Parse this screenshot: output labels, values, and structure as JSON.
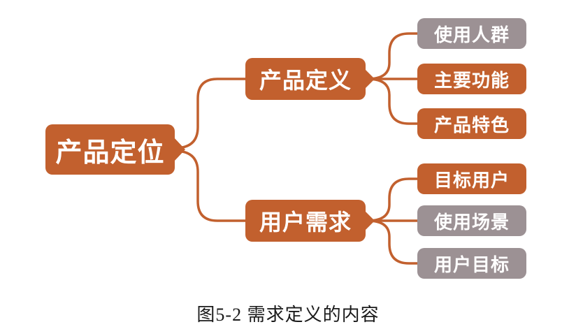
{
  "figure": {
    "caption": "图5-2 需求定义的内容"
  },
  "colors": {
    "accent-orange": "#C2602E",
    "neutral-gray": "#9C9194",
    "text-on-node": "#FFFFFF",
    "caption-text": "#1A1A1A",
    "background": "#FFFFFF"
  },
  "tree": {
    "root": {
      "label": "产品定位",
      "variant": "orange"
    },
    "branches": [
      {
        "label": "产品定义",
        "variant": "orange",
        "children": [
          {
            "label": "使用人群",
            "variant": "gray"
          },
          {
            "label": "主要功能",
            "variant": "orange"
          },
          {
            "label": "产品特色",
            "variant": "orange"
          }
        ]
      },
      {
        "label": "用户需求",
        "variant": "orange",
        "children": [
          {
            "label": "目标用户",
            "variant": "orange"
          },
          {
            "label": "使用场景",
            "variant": "gray"
          },
          {
            "label": "用户目标",
            "variant": "gray"
          }
        ]
      }
    ]
  }
}
